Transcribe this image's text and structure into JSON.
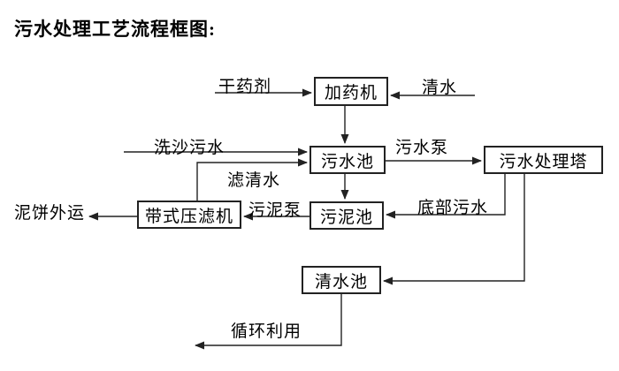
{
  "title": "污水处理工艺流程框图:",
  "nodes": {
    "dosing_machine": "加药机",
    "sewage_pool": "污水池",
    "sewage_treatment_tower": "污水处理塔",
    "sludge_pool": "污泥池",
    "belt_filter_press": "带式压滤机",
    "clean_water_pool": "清水池"
  },
  "edges": {
    "dry_agent": "干药剂",
    "clean_water": "清水",
    "sand_washing_sewage": "洗沙污水",
    "sewage_pump": "污水泵",
    "filtered_water": "滤清水",
    "sludge_pump": "污泥泵",
    "bottom_sewage": "底部污水",
    "mud_cake_out": "泥饼外运",
    "recycle_use": "循环利用"
  },
  "colors": {
    "line": "#222222",
    "text": "#000000",
    "background": "#ffffff"
  }
}
